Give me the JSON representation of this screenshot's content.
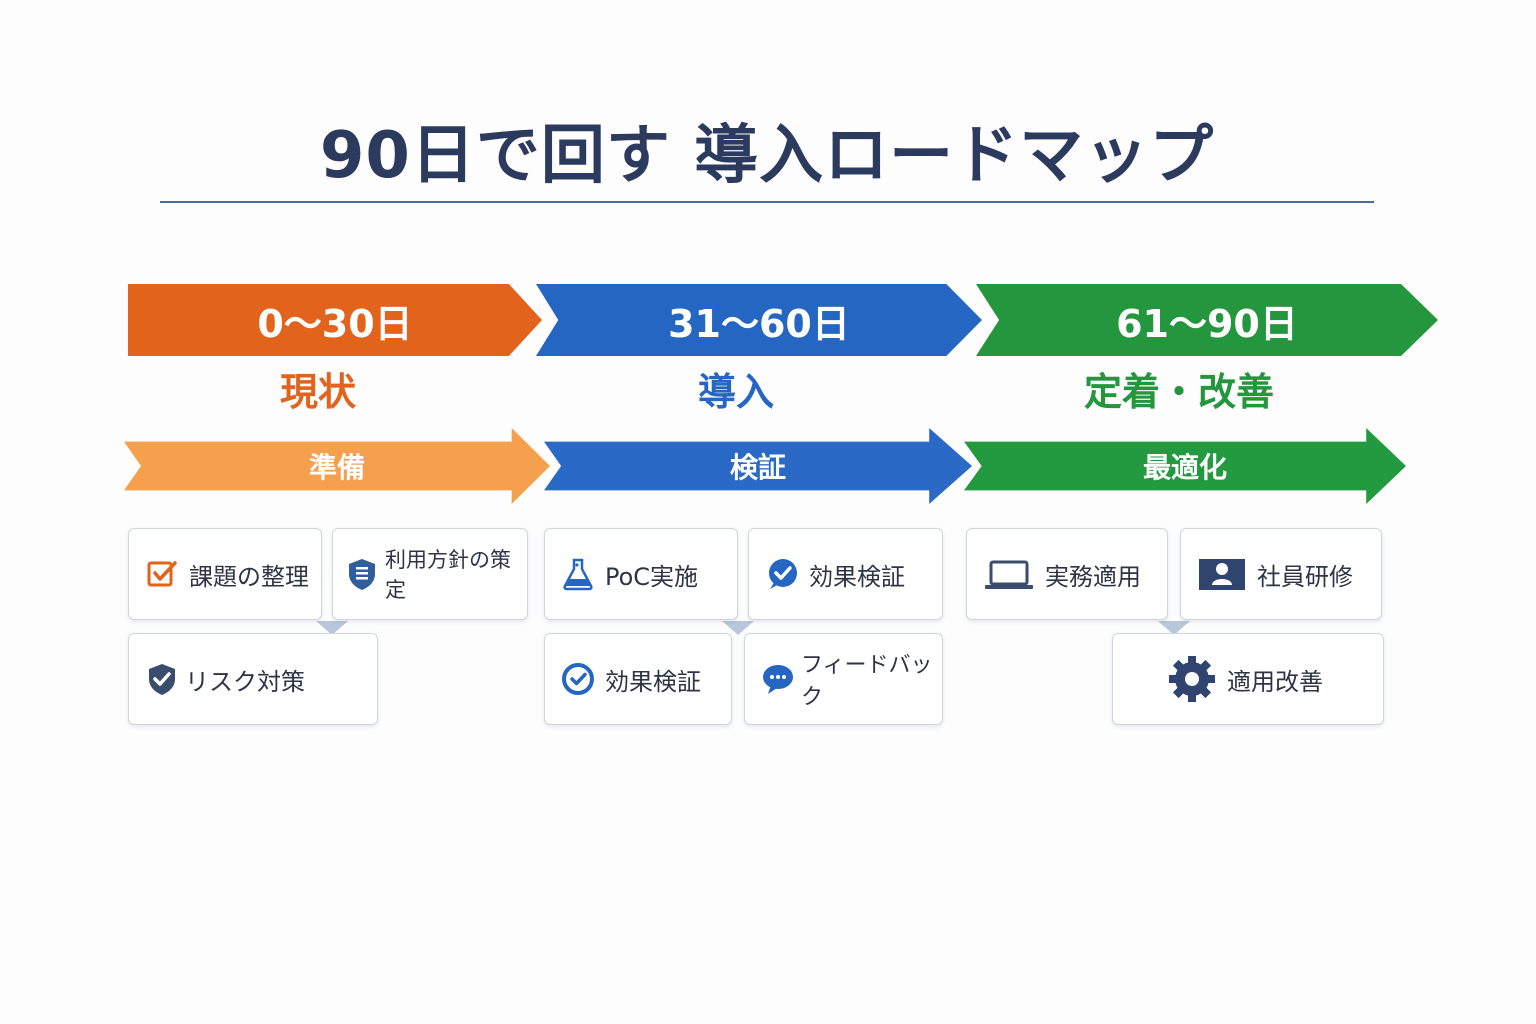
{
  "title": "90日で回す 導入ロードマップ",
  "colors": {
    "phase1": "#e2631c",
    "phase1_light": "#f5a04c",
    "phase2": "#2566c2",
    "phase3": "#23963e",
    "title": "#2c3a5e"
  },
  "phases": [
    {
      "range": "0〜30日",
      "name": "現状",
      "step": "準備",
      "cards": [
        {
          "label": "課題の整理",
          "icon": "checkbox-icon"
        },
        {
          "label": "利用方針の策定",
          "icon": "shield-document-icon"
        },
        {
          "label": "リスク対策",
          "icon": "shield-check-icon"
        }
      ]
    },
    {
      "range": "31〜60日",
      "name": "導入",
      "step": "検証",
      "cards": [
        {
          "label": "PoC実施",
          "icon": "flask-icon"
        },
        {
          "label": "効果検証",
          "icon": "check-bubble-icon"
        },
        {
          "label": "効果検証",
          "icon": "check-circle-icon"
        },
        {
          "label": "フィードバック",
          "icon": "chat-bubble-icon"
        }
      ]
    },
    {
      "range": "61〜90日",
      "name": "定着・改善",
      "step": "最適化",
      "cards": [
        {
          "label": "実務適用",
          "icon": "laptop-icon"
        },
        {
          "label": "社員研修",
          "icon": "training-icon"
        },
        {
          "label": "適用改善",
          "icon": "gear-icon"
        }
      ]
    }
  ]
}
